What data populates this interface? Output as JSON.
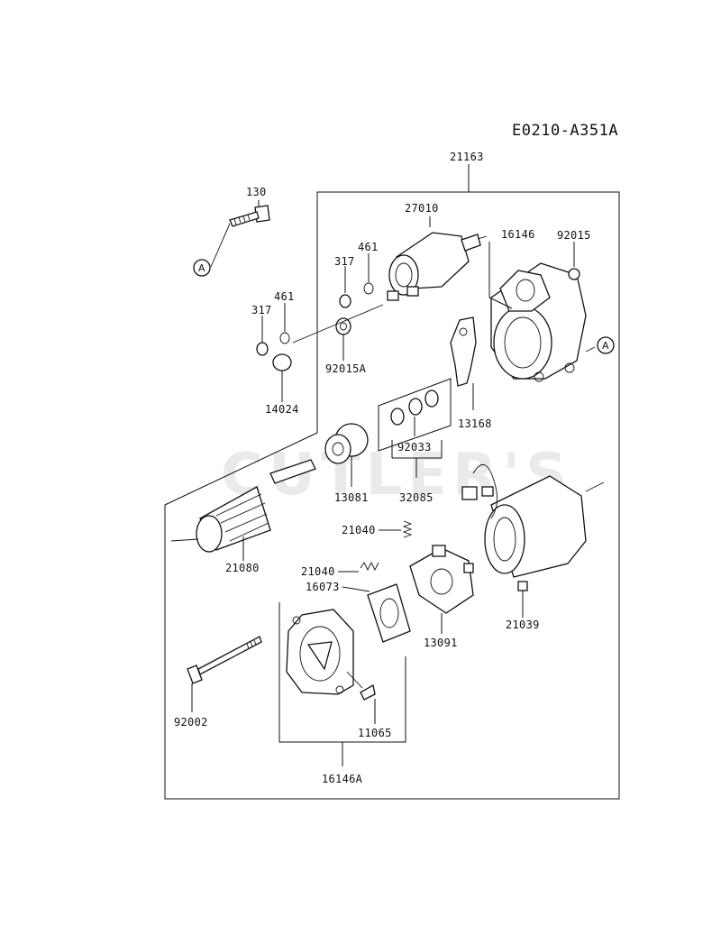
{
  "diagram_code": "E0210-A351A",
  "watermark": "CUTLER'S",
  "ref_marker": "A",
  "part_labels": {
    "p21163": "21163",
    "p130": "130",
    "p27010": "27010",
    "p16146": "16146",
    "p92015": "92015",
    "p461_a": "461",
    "p317_a": "317",
    "p461_b": "461",
    "p317_b": "317",
    "p92015A": "92015A",
    "p14024": "14024",
    "p13168": "13168",
    "p92033": "92033",
    "p32085": "32085",
    "p13081": "13081",
    "p21080": "21080",
    "p21040_a": "21040",
    "p21040_b": "21040",
    "p16073": "16073",
    "p13091": "13091",
    "p21039": "21039",
    "p92002": "92002",
    "p11065": "11065",
    "p16146A": "16146A"
  }
}
